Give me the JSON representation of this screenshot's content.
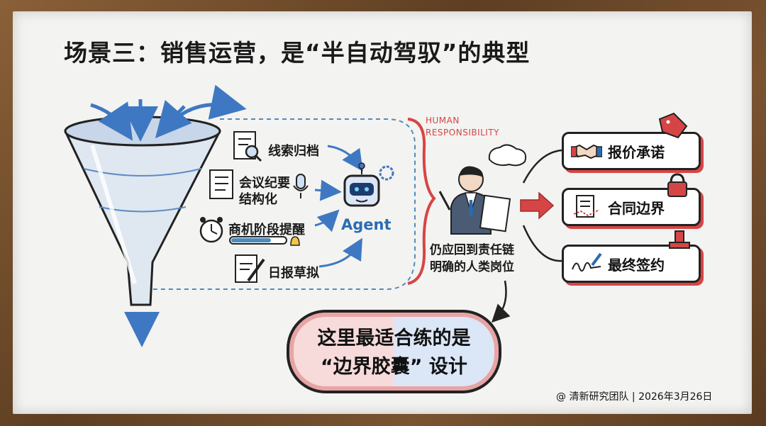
{
  "title": "场景三：销售运营，是“半自动驾驭”的典型",
  "tasks": [
    "线索归档",
    "会议纪要",
    "结构化",
    "商机阶段提醒",
    "日报草拟"
  ],
  "agent_label": "Agent",
  "human_responsibility": [
    "HUMAN",
    "RESPONSIBILITY"
  ],
  "person_caption": [
    "仍应回到责任链",
    "明确的人类岗位"
  ],
  "cards": [
    "报价承诺",
    "合同边界",
    "最终签约"
  ],
  "capsule": [
    "这里最适合练的是",
    "“边界胶囊” 设计"
  ],
  "footer": "@ 清新研究团队 | 2026年3月26日",
  "colors": {
    "accent_red": "#d64545",
    "accent_blue": "#2b6cb0",
    "ink": "#1a1a1a"
  }
}
